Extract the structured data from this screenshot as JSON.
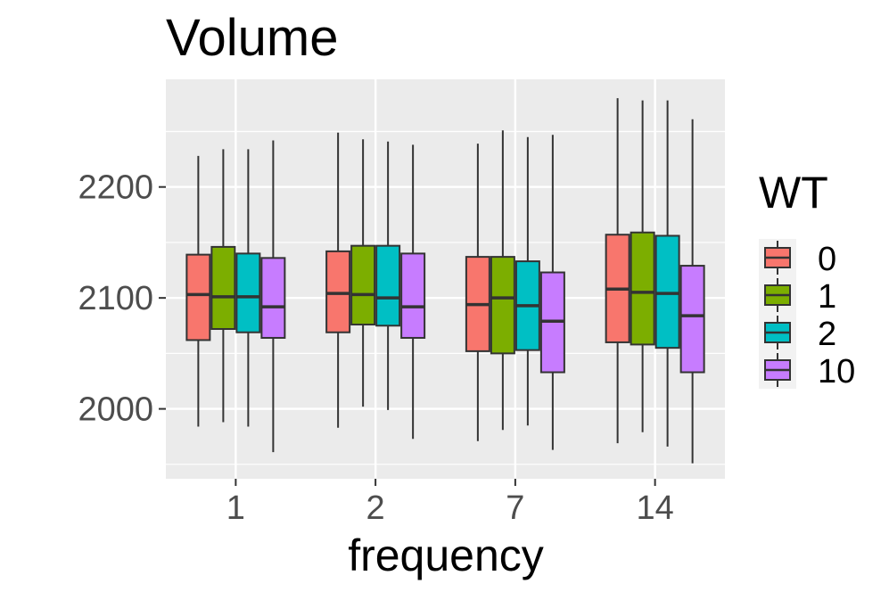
{
  "chart_data": {
    "type": "boxplot",
    "title": "Volume",
    "xlabel": "frequency",
    "ylabel": "",
    "categories": [
      "1",
      "2",
      "7",
      "14"
    ],
    "yticks": [
      2000,
      2100,
      2200
    ],
    "ylim": [
      1937,
      2297
    ],
    "grid": true,
    "legend": {
      "title": "WT",
      "position": "right",
      "entries": [
        "0",
        "1",
        "2",
        "10"
      ]
    },
    "series": [
      {
        "name": "0",
        "color": "#F8766D",
        "boxes": [
          {
            "whisker_low": 1984,
            "q1": 2062,
            "median": 2103,
            "q3": 2139,
            "whisker_high": 2228
          },
          {
            "whisker_low": 1983,
            "q1": 2069,
            "median": 2104,
            "q3": 2142,
            "whisker_high": 2249
          },
          {
            "whisker_low": 1971,
            "q1": 2052,
            "median": 2094,
            "q3": 2137,
            "whisker_high": 2239
          },
          {
            "whisker_low": 1969,
            "q1": 2060,
            "median": 2108,
            "q3": 2157,
            "whisker_high": 2280
          }
        ]
      },
      {
        "name": "1",
        "color": "#7CAE00",
        "boxes": [
          {
            "whisker_low": 1988,
            "q1": 2072,
            "median": 2101,
            "q3": 2146,
            "whisker_high": 2234
          },
          {
            "whisker_low": 2002,
            "q1": 2076,
            "median": 2103,
            "q3": 2147,
            "whisker_high": 2243
          },
          {
            "whisker_low": 1981,
            "q1": 2050,
            "median": 2100,
            "q3": 2137,
            "whisker_high": 2251
          },
          {
            "whisker_low": 1979,
            "q1": 2058,
            "median": 2105,
            "q3": 2159,
            "whisker_high": 2278
          }
        ]
      },
      {
        "name": "2",
        "color": "#00BFC4",
        "boxes": [
          {
            "whisker_low": 1984,
            "q1": 2069,
            "median": 2101,
            "q3": 2140,
            "whisker_high": 2234
          },
          {
            "whisker_low": 1999,
            "q1": 2075,
            "median": 2100,
            "q3": 2147,
            "whisker_high": 2241
          },
          {
            "whisker_low": 1985,
            "q1": 2053,
            "median": 2093,
            "q3": 2133,
            "whisker_high": 2245
          },
          {
            "whisker_low": 1966,
            "q1": 2055,
            "median": 2104,
            "q3": 2156,
            "whisker_high": 2278
          }
        ]
      },
      {
        "name": "10",
        "color": "#C77CFF",
        "boxes": [
          {
            "whisker_low": 1961,
            "q1": 2064,
            "median": 2092,
            "q3": 2136,
            "whisker_high": 2242
          },
          {
            "whisker_low": 1973,
            "q1": 2064,
            "median": 2092,
            "q3": 2140,
            "whisker_high": 2238
          },
          {
            "whisker_low": 1963,
            "q1": 2033,
            "median": 2079,
            "q3": 2123,
            "whisker_high": 2247
          },
          {
            "whisker_low": 1951,
            "q1": 2033,
            "median": 2084,
            "q3": 2129,
            "whisker_high": 2261
          }
        ]
      }
    ]
  }
}
